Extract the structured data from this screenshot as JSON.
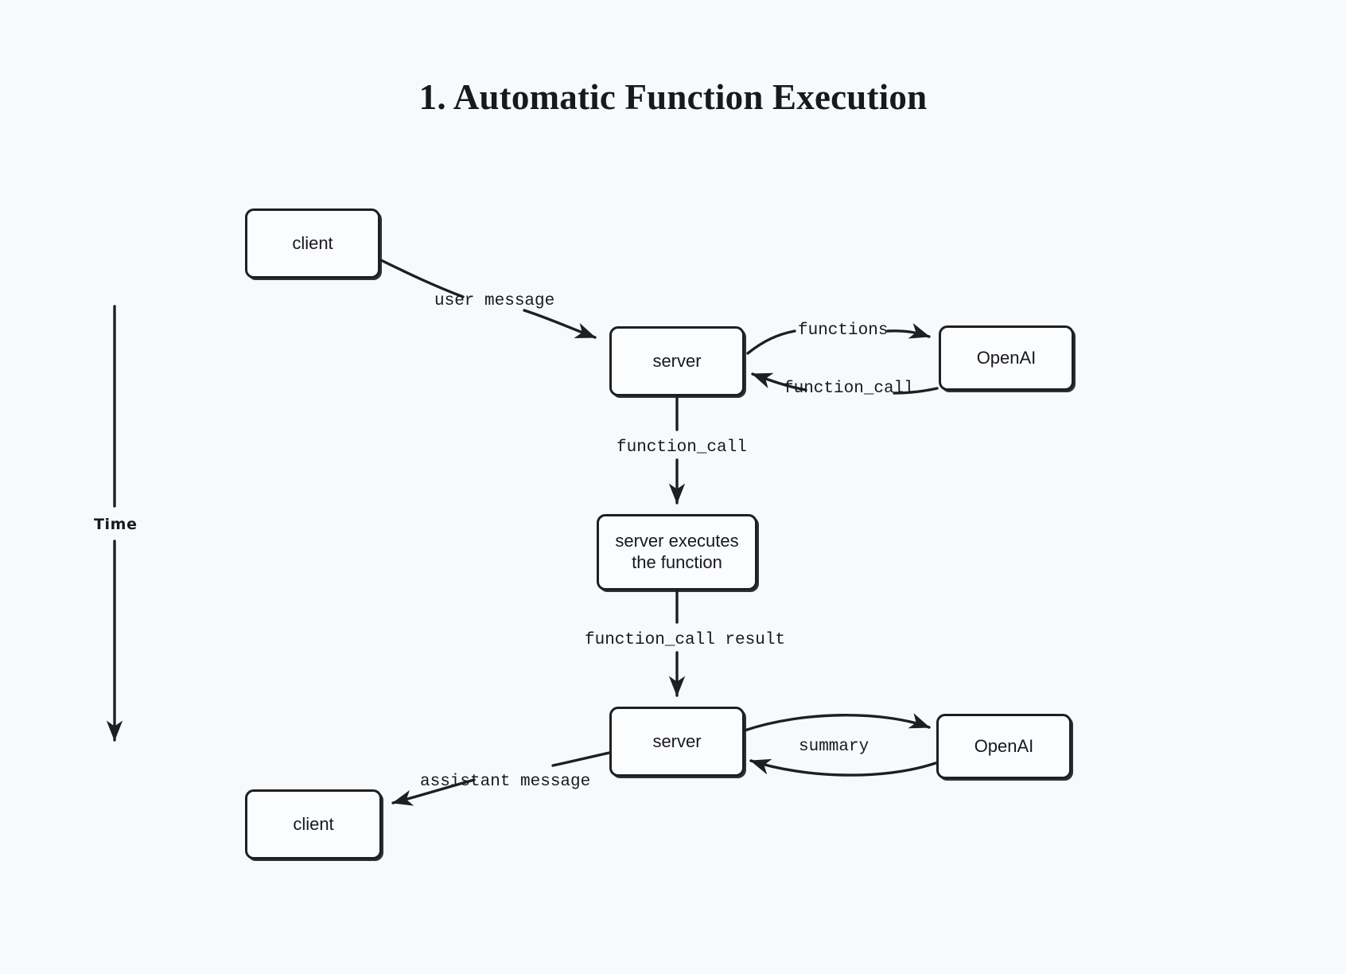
{
  "diagram": {
    "title": "1. Automatic Function Execution",
    "background_color": "#f7f9fb",
    "stroke_color": "#1d1f21",
    "node_fill_color": "#fbfcfd",
    "time_axis": {
      "label": "Time",
      "direction": "downward"
    },
    "nodes": [
      {
        "id": "client-top",
        "label": "client"
      },
      {
        "id": "server-top",
        "label": "server"
      },
      {
        "id": "openai-top",
        "label": "OpenAI"
      },
      {
        "id": "exec",
        "label": "server executes the function",
        "line1": "server executes",
        "line2": "the function"
      },
      {
        "id": "server-bot",
        "label": "server"
      },
      {
        "id": "openai-bot",
        "label": "OpenAI"
      },
      {
        "id": "client-bot",
        "label": "client"
      }
    ],
    "edges": [
      {
        "from": "client-top",
        "to": "server-top",
        "label": "user message"
      },
      {
        "from": "server-top",
        "to": "openai-top",
        "label": "functions"
      },
      {
        "from": "openai-top",
        "to": "server-top",
        "label": "function_call"
      },
      {
        "from": "server-top",
        "to": "exec",
        "label": "function_call"
      },
      {
        "from": "exec",
        "to": "server-bot",
        "label": "function_call result"
      },
      {
        "from": "server-bot",
        "to": "openai-bot",
        "label": ""
      },
      {
        "from": "openai-bot",
        "to": "server-bot",
        "label": "summary"
      },
      {
        "from": "server-bot",
        "to": "client-bot",
        "label": "assistant message"
      }
    ]
  }
}
